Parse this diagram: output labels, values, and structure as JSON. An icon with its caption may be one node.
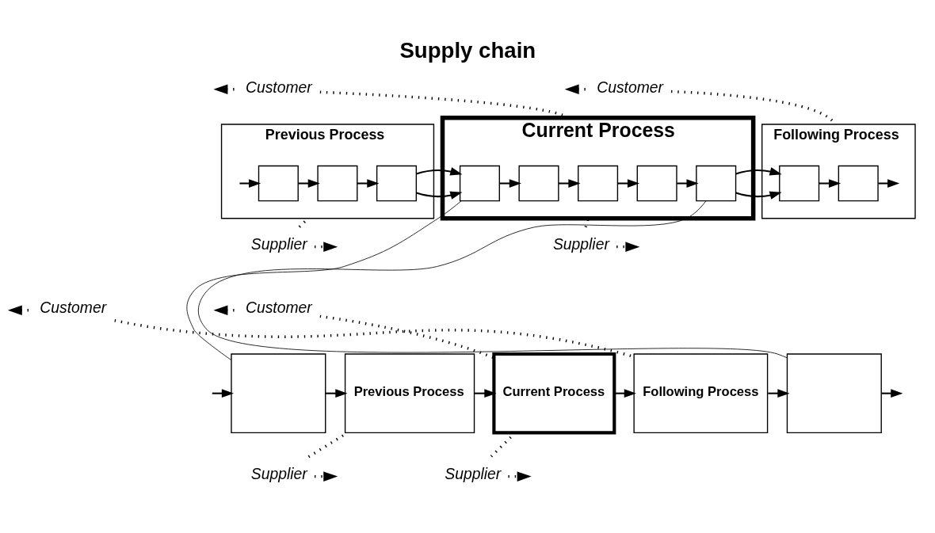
{
  "diagram": {
    "title": "Supply chain",
    "nodes": [
      {
        "text": [
          "Previous Process"
        ]
      },
      {
        "text": [],
        "shape": "box",
        "in": 0
      },
      {
        "text": [],
        "shape": "box",
        "in": 0
      },
      {
        "text": [],
        "shape": "box",
        "in": 0
      },
      {
        "text": [
          "Current Process"
        ]
      },
      {
        "text": [],
        "shape": "box",
        "in": 4
      },
      {
        "text": [],
        "shape": "box",
        "in": 4
      },
      {
        "text": [],
        "shape": "box",
        "in": 4
      },
      {
        "text": [],
        "shape": "box",
        "in": 4
      },
      {
        "text": [],
        "shape": "box",
        "in": 4
      },
      {
        "text": [
          "Following Process"
        ]
      },
      {
        "text": [],
        "shape": "box",
        "in": 10
      },
      {
        "text": [],
        "shape": "box",
        "in": 10
      },
      {
        "text": [
          "Customer"
        ]
      },
      {
        "text": [
          "Customer"
        ]
      },
      {
        "text": [
          "Supplier"
        ]
      },
      {
        "text": [
          "Supplier"
        ]
      },
      {
        "text": [],
        "shape": "box"
      },
      {
        "text": [
          "Previous Process"
        ]
      },
      {
        "text": [
          "Current Process"
        ]
      },
      {
        "text": [
          "Following Process"
        ]
      },
      {
        "text": [],
        "shape": "box"
      },
      {
        "text": [
          "Customer"
        ]
      },
      {
        "text": [
          "Customer"
        ]
      },
      {
        "text": [
          "Supplier"
        ]
      },
      {
        "text": [
          "Supplier"
        ]
      }
    ],
    "edges": [
      {
        "from": null,
        "to": 1,
        "arrow": "to"
      },
      {
        "from": 1,
        "to": 2,
        "arrow": "to"
      },
      {
        "from": 2,
        "to": 3,
        "arrow": "to"
      },
      {
        "from": 3,
        "to": 5,
        "arrow": "to"
      },
      {
        "from": 5,
        "to": 6,
        "arrow": "to"
      },
      {
        "from": 6,
        "to": 7,
        "arrow": "to"
      },
      {
        "from": 7,
        "to": 8,
        "arrow": "to"
      },
      {
        "from": 8,
        "to": 9,
        "arrow": "to"
      },
      {
        "from": 9,
        "to": 11,
        "arrow": "to"
      },
      {
        "from": 11,
        "to": 12,
        "arrow": "to"
      },
      {
        "from": 12,
        "to": null,
        "arrow": "to"
      },
      {
        "from": 13,
        "to": 4,
        "arrow": "none",
        "style": "dashed"
      },
      {
        "from": 13,
        "to": null,
        "arrow": "to",
        "style": "dashed"
      },
      {
        "from": 14,
        "to": 10,
        "arrow": "none",
        "style": "dashed"
      },
      {
        "from": 14,
        "to": null,
        "arrow": "to",
        "style": "dashed"
      },
      {
        "from": 15,
        "to": 0,
        "arrow": "none",
        "style": "dashed"
      },
      {
        "from": 15,
        "to": null,
        "arrow": "to",
        "style": "dashed"
      },
      {
        "from": 16,
        "to": 4,
        "arrow": "none",
        "style": "dashed"
      },
      {
        "from": 16,
        "to": null,
        "arrow": "to",
        "style": "dashed"
      },
      {
        "from": 5,
        "to": 17,
        "arrow": "none"
      },
      {
        "from": 9,
        "to": 21,
        "arrow": "none"
      },
      {
        "from": null,
        "to": 17,
        "arrow": "to"
      },
      {
        "from": 17,
        "to": 18,
        "arrow": "to"
      },
      {
        "from": 18,
        "to": 19,
        "arrow": "to"
      },
      {
        "from": 19,
        "to": 20,
        "arrow": "to"
      },
      {
        "from": 20,
        "to": 21,
        "arrow": "to"
      },
      {
        "from": 21,
        "to": null,
        "arrow": "to"
      },
      {
        "from": 22,
        "to": 19,
        "arrow": "none",
        "style": "dashed"
      },
      {
        "from": 22,
        "to": null,
        "arrow": "to",
        "style": "dashed"
      },
      {
        "from": 23,
        "to": 20,
        "arrow": "none",
        "style": "dashed"
      },
      {
        "from": 23,
        "to": null,
        "arrow": "to",
        "style": "dashed"
      },
      {
        "from": 24,
        "to": 18,
        "arrow": "none",
        "style": "dashed"
      },
      {
        "from": 24,
        "to": null,
        "arrow": "to",
        "style": "dashed"
      },
      {
        "from": 25,
        "to": 19,
        "arrow": "none",
        "style": "dashed"
      },
      {
        "from": 25,
        "to": null,
        "arrow": "to",
        "style": "dashed"
      }
    ]
  }
}
